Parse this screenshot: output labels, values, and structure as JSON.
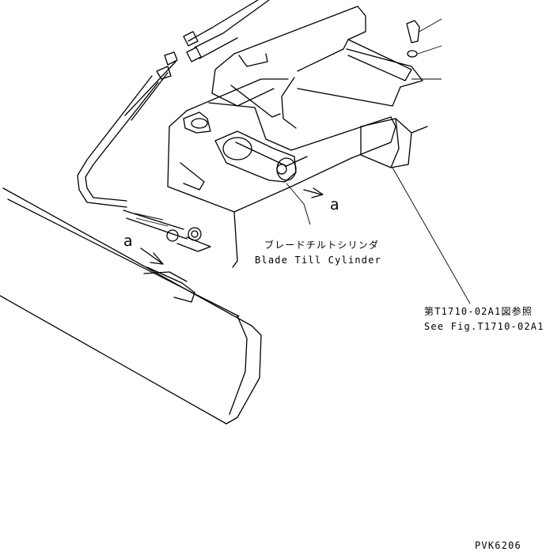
{
  "callouts": {
    "cylinder_jp": "ブレードチルトシリンダ",
    "cylinder_en": "Blade Till Cylinder",
    "ref_jp": "第T1710-02A1図参照",
    "ref_en": "See Fig.T1710-02A1"
  },
  "view_marks": {
    "a_left": "a",
    "a_right": "a"
  },
  "drawing_code": "PVK6206"
}
